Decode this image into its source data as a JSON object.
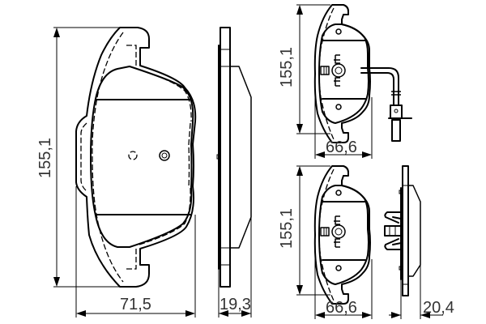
{
  "drawing": {
    "subject": "Brake pad set technical drawing",
    "views": [
      {
        "id": "main-pad-front",
        "dimensions": {
          "height": "155,1",
          "width": "71,5"
        }
      },
      {
        "id": "main-pad-side",
        "dimensions": {
          "thickness": "19,3"
        }
      },
      {
        "id": "pad-with-sensor-front",
        "dimensions": {
          "height": "155,1",
          "width": "66,6"
        },
        "features": [
          "wear-sensor-cable",
          "sensor-connector"
        ]
      },
      {
        "id": "pad-with-clip-front",
        "dimensions": {
          "height": "155,1",
          "width": "66,6"
        }
      },
      {
        "id": "pad-with-clip-side",
        "dimensions": {
          "thickness": "20,4"
        },
        "features": [
          "spring-clip"
        ]
      }
    ],
    "labels": {
      "main_height": "155,1",
      "main_width": "71,5",
      "main_thickness": "19,3",
      "sensor_height": "155,1",
      "sensor_width": "66,6",
      "clip_height": "155,1",
      "clip_width": "66,6",
      "clip_thickness": "20,4"
    },
    "colors": {
      "line": "#000000",
      "text": "#333333",
      "background": "#ffffff"
    }
  }
}
